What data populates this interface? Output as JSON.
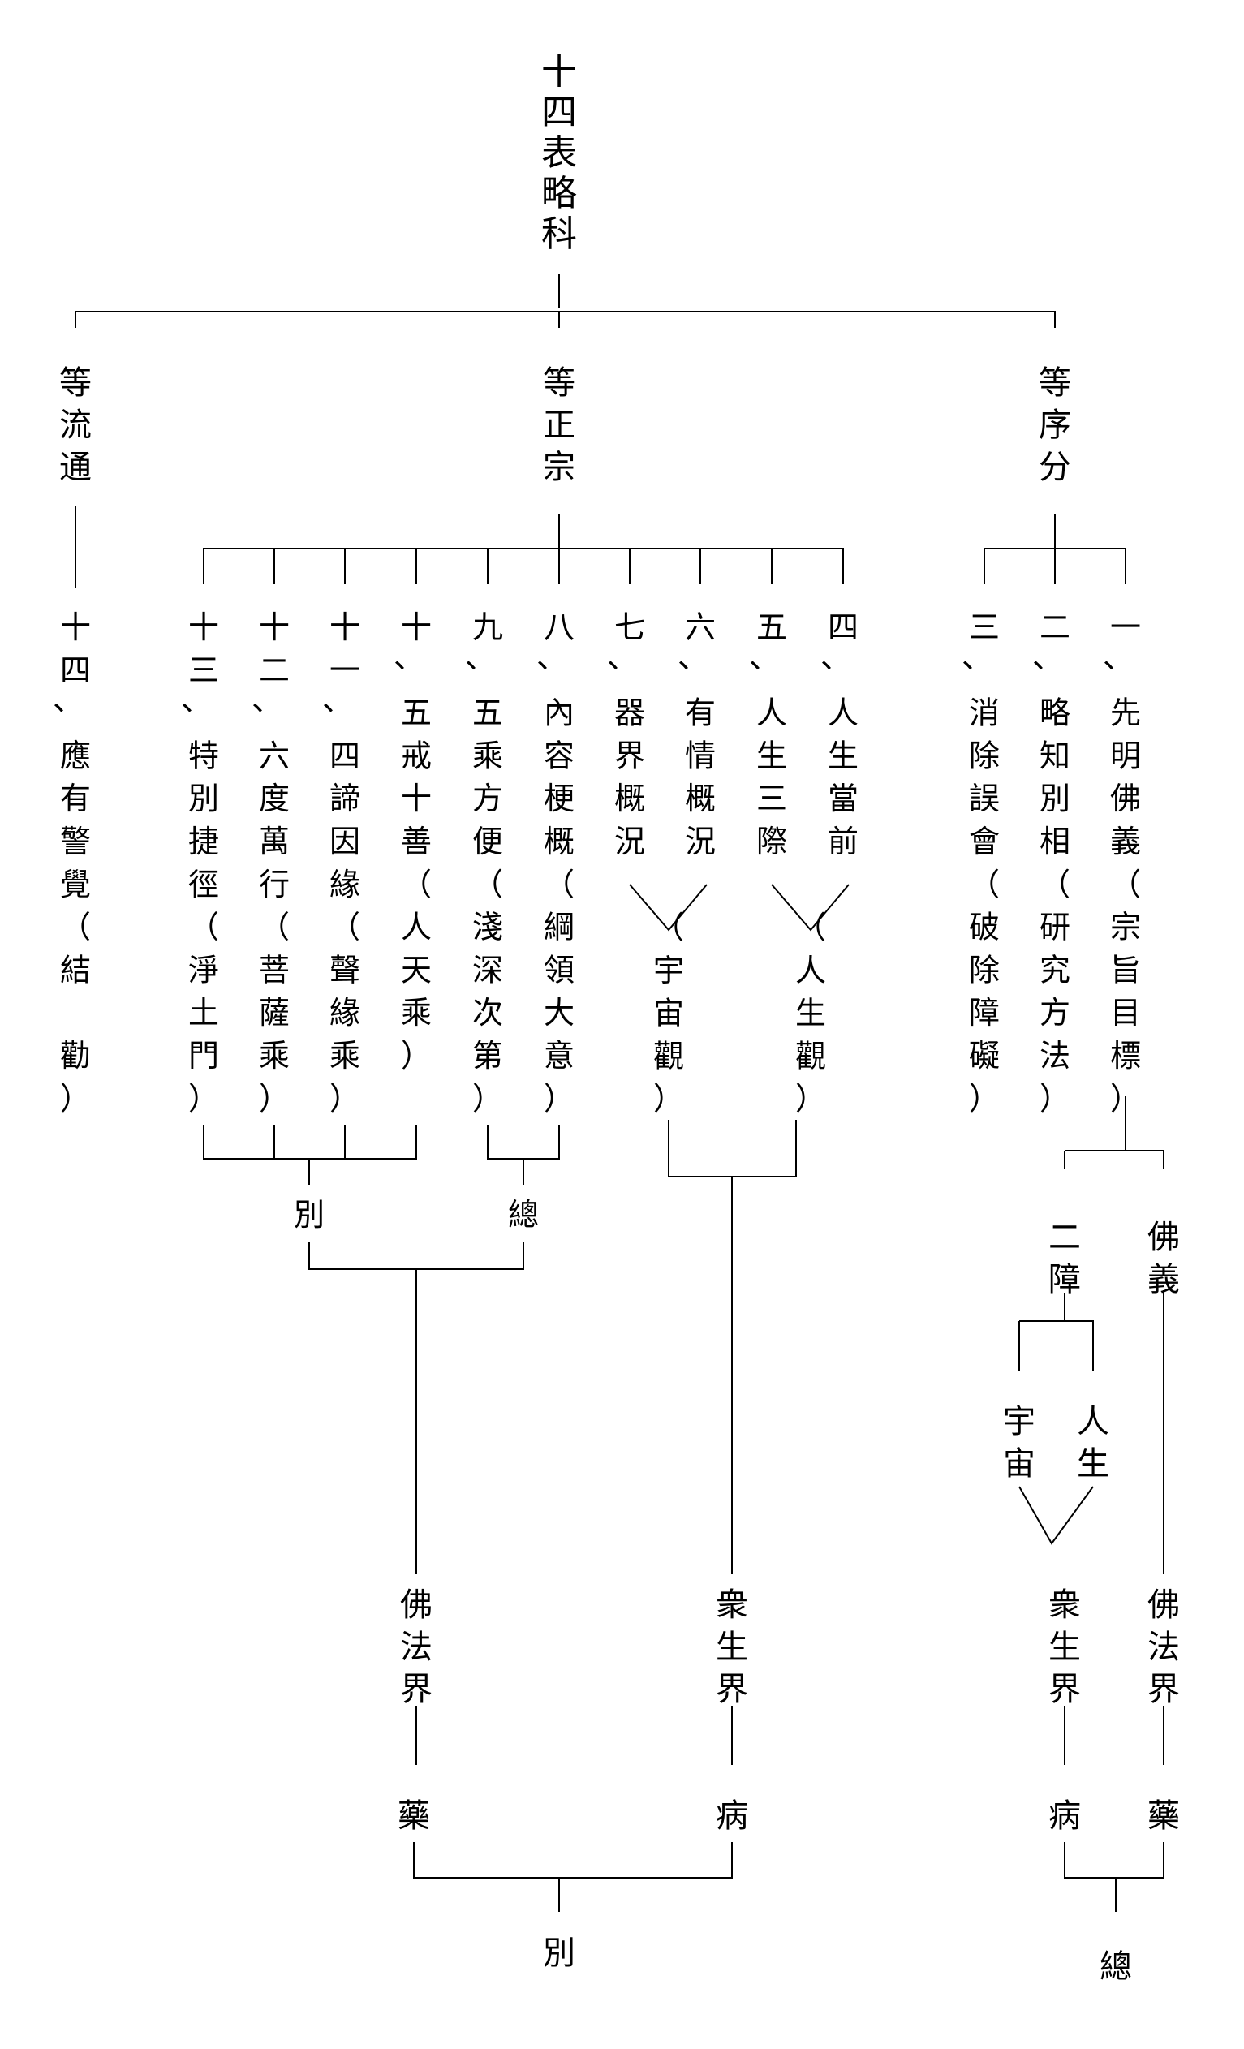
{
  "title": "十四表略科",
  "sections": {
    "liutong": "等流通",
    "zhengzong": "等正宗",
    "xufen": "等序分"
  },
  "liutong_item": "十四、應有警覺（結　勸）",
  "zhengzong_items": [
    "十三、特別捷徑（淨土門）",
    "十二、六度萬行（菩薩乘）",
    "十一、四諦因緣（聲緣乘）",
    "十、五戒十善（人天乘）",
    "九、五乘方便（淺深次第）",
    "八、內容梗概（綱領大意）",
    "七、器界概況",
    "六、有情概況",
    "五、人生三際",
    "四、人生當前"
  ],
  "xufen_items": [
    "三、消除誤會（破除障礙）",
    "二、略知別相（研究方法）",
    "一、先明佛義（宗旨目標）"
  ],
  "labels": {
    "yuzhou_guan": "（宇宙觀）",
    "rensheng_guan": "（人生觀）",
    "bie": "別",
    "zong": "總",
    "fofajie": "佛法界",
    "zhongshengjie": "衆生界",
    "yao": "藥",
    "bing": "病",
    "bottom_bie": "別",
    "fo_yi": "佛義",
    "er_zhang": "二障",
    "yuzhou": "宇宙",
    "rensheng": "人生",
    "right_zhongshengjie": "衆生界",
    "right_fofajie": "佛法界",
    "right_bing": "病",
    "right_yao": "藥",
    "right_zong": "總"
  }
}
